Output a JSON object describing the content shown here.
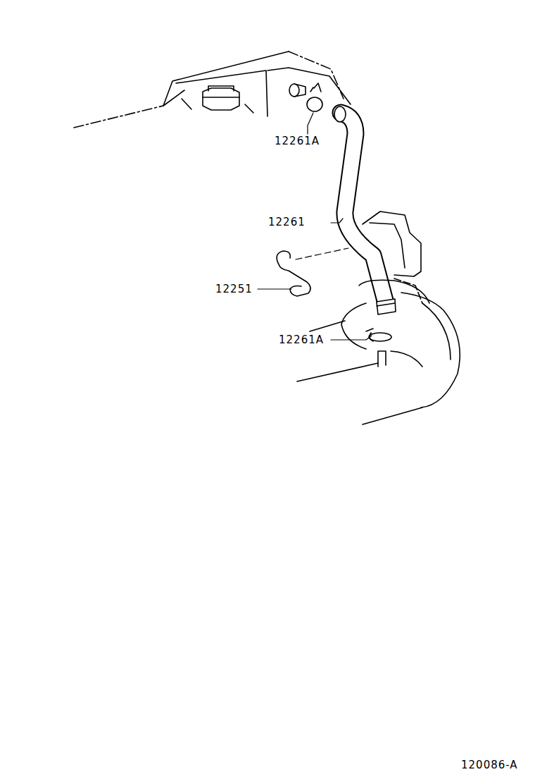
{
  "diagram": {
    "labels": [
      "12261A",
      "12261",
      "12251",
      "12261A",
      "120086-A"
    ]
  }
}
